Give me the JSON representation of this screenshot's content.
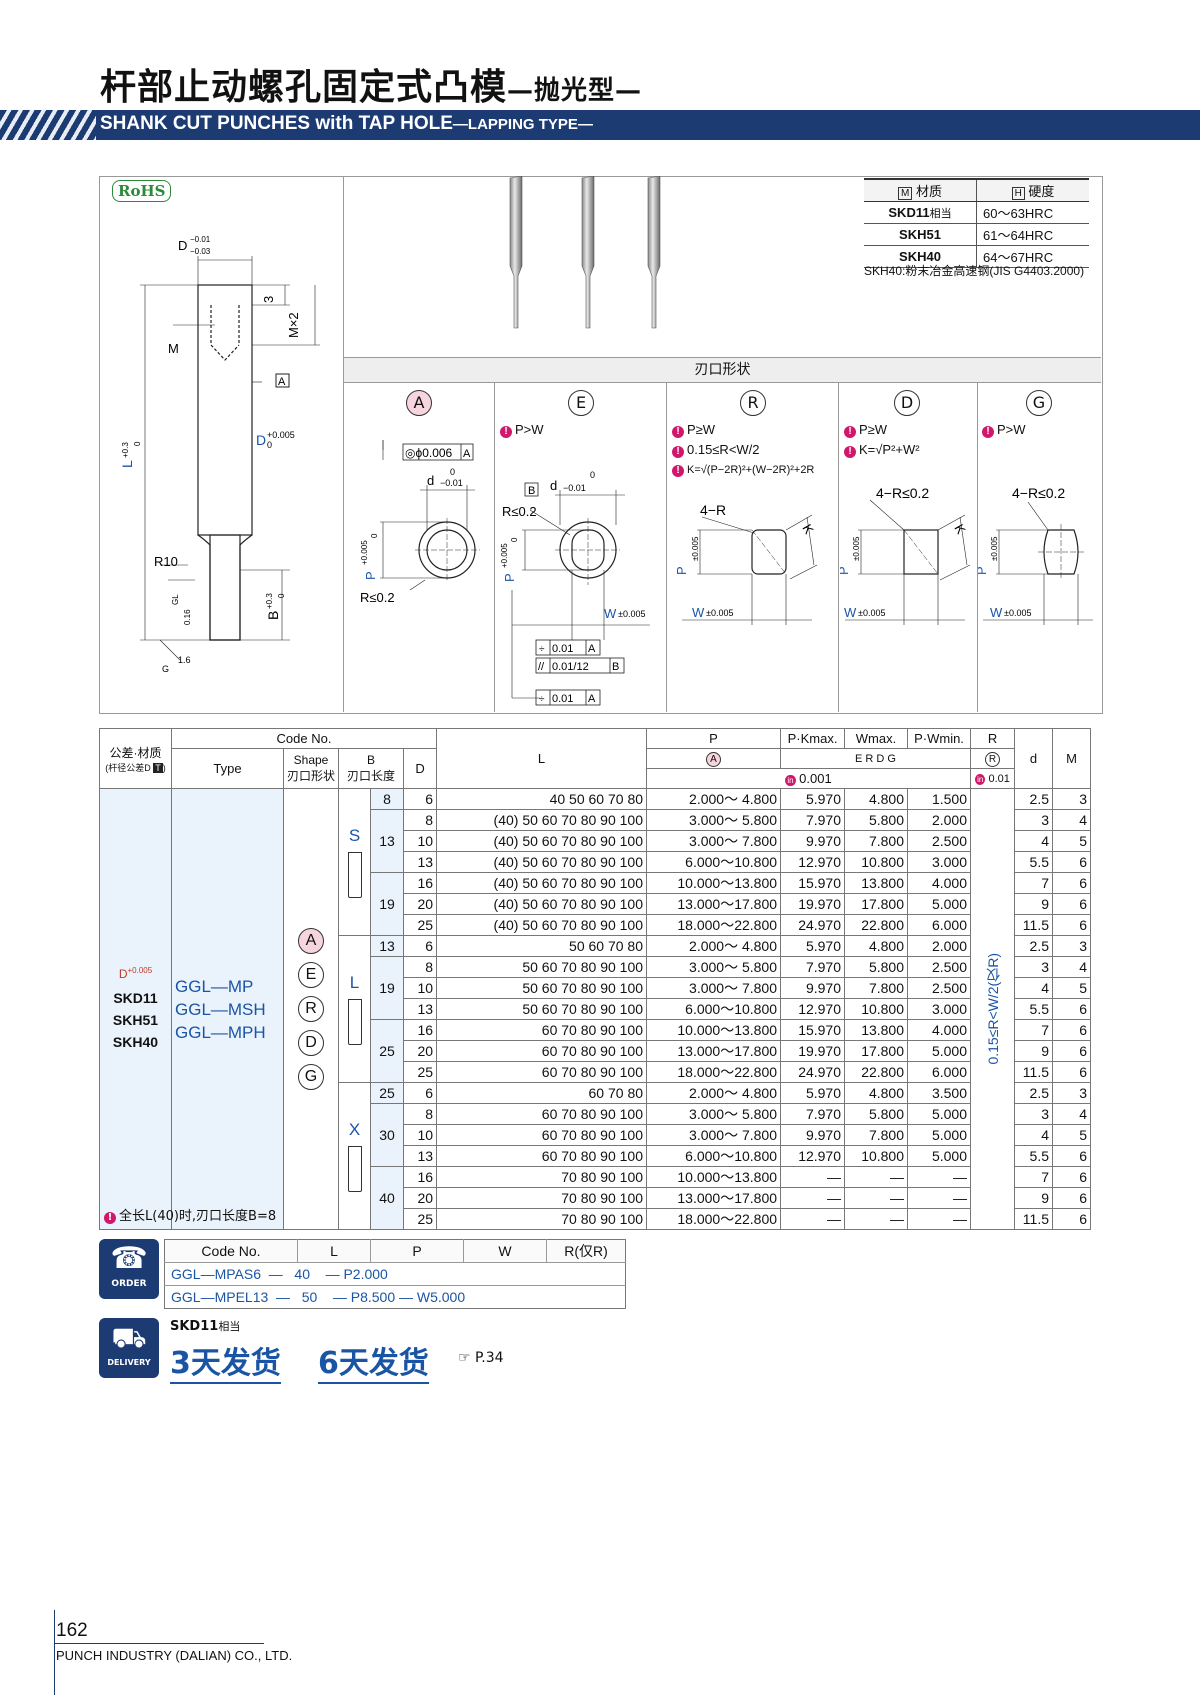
{
  "header": {
    "title_cn": "杆部止动螺孔固定式凸模",
    "title_cn_sub": "—抛光型—",
    "title_en": "SHANK CUT PUNCHES with TAP HOLE",
    "title_en_sub": "—LAPPING TYPE—"
  },
  "rohs": "RoHS",
  "drawing": {
    "D_tol": "D",
    "D_tol_up": "−0.01",
    "D_tol_lo": "−0.03",
    "three": "3",
    "MX2": "M×2",
    "M": "M",
    "A_ref": "A",
    "D_plus": "D",
    "D_plus_tol": "+0.005",
    "D_plus_zero": "0",
    "L_label": "L",
    "L_tol": "+0.3",
    "L_zero": "0",
    "R10": "R10",
    "B_label": "B",
    "B_tol": "+0.3",
    "B_zero": "0",
    "GL": "GL",
    "v016": "0.16",
    "G": "G",
    "v16": "1.6"
  },
  "materials": {
    "head_m_icon": "M",
    "head_m": "材质",
    "head_h_icon": "H",
    "head_h": "硬度",
    "rows": [
      {
        "mat": "SKD11",
        "mat_suffix": "相当",
        "hard": "60～63HRC"
      },
      {
        "mat": "SKH51",
        "mat_suffix": "",
        "hard": "61～64HRC"
      },
      {
        "mat": "SKH40",
        "mat_suffix": "",
        "hard": "64～67HRC"
      }
    ],
    "note": "SKH40:粉末冶金高速钢(JIS G4403.2000)"
  },
  "shapes": {
    "header": "刃口形状",
    "A": {
      "letter": "A"
    },
    "E": {
      "letter": "E",
      "cond1": "P>W"
    },
    "R": {
      "letter": "R",
      "cond1": "P≥W",
      "cond2": "0.15≤R<W/2",
      "cond3": "K=√(P−2R)²+(W−2R)²+2R"
    },
    "D": {
      "letter": "D",
      "cond1": "P≥W",
      "cond2": "K=√P²+W²"
    },
    "G": {
      "letter": "G",
      "cond1": "P>W"
    }
  },
  "shape_dims": {
    "conc": "◎ϕ0.006",
    "conc_ref": "A",
    "d_zero": "0",
    "d_tol": "−0.01",
    "d": "d",
    "P": "P",
    "P_tol": "+0.005",
    "P_zero": "0",
    "R02a": "R≤0.2",
    "B_ref": "B",
    "R02b": "R≤0.2",
    "P_pm": "±0.005",
    "W": "W",
    "W_pm": "±0.005",
    "sym1": "÷",
    "t001": "0.01",
    "t_ref_A": "A",
    "par": "//",
    "t00112": "0.01/12",
    "t_ref_B": "B",
    "sym2": "÷",
    "t001b": "0.01",
    "t_ref_A2": "A",
    "fourR": "4−R",
    "K": "K",
    "fourR02": "4−R≤0.2"
  },
  "table": {
    "h_tol": "公差·材质",
    "h_tol_sub": "(杆径公差D",
    "h_tol_icon": "T",
    "h_code": "Code No.",
    "h_type": "Type",
    "h_shape": "Shape",
    "h_shape_cn": "刃口形状",
    "h_B": "B",
    "h_B_cn": "刃口长度",
    "h_D": "D",
    "h_L": "L",
    "h_P": "P",
    "h_PA": "A",
    "h_Pk": "P·Kmax.",
    "h_Wm": "Wmax.",
    "h_Pw": "P·Wmin.",
    "h_R": "R",
    "h_RR": "R",
    "h_ERDG": "E R D G",
    "h_d": "d",
    "h_M": "M",
    "h_in": "in",
    "h_unit": "0.001",
    "h_runit": "0.01",
    "left_D": "D",
    "left_D_tol": "+0.005",
    "left_D_zero": "0",
    "left_mats": [
      "SKD11",
      "SKH51",
      "SKH40"
    ],
    "types": [
      "GGL—MP",
      "GGL—MSH",
      "GGL—MPH"
    ],
    "shapes": [
      "A",
      "E",
      "R",
      "D",
      "G"
    ],
    "groups": [
      "S",
      "L",
      "X"
    ],
    "r_range": "0.15≤R<W/2(仅R)",
    "dash": "—",
    "rows": [
      {
        "g": "S",
        "B": "8",
        "D": "6",
        "L": "40 50 60 70 80",
        "P": "2.000～ 4.800",
        "Pk": "5.970",
        "Wm": "4.800",
        "Pw": "1.500",
        "d": "2.5",
        "M": "3"
      },
      {
        "g": "S",
        "B": "13",
        "D": "8",
        "L": "(40) 50 60 70 80 90 100",
        "P": "3.000～ 5.800",
        "Pk": "7.970",
        "Wm": "5.800",
        "Pw": "2.000",
        "d": "3",
        "M": "4"
      },
      {
        "g": "S",
        "B": "13",
        "D": "10",
        "L": "(40) 50 60 70 80 90 100",
        "P": "3.000～ 7.800",
        "Pk": "9.970",
        "Wm": "7.800",
        "Pw": "2.500",
        "d": "4",
        "M": "5"
      },
      {
        "g": "S",
        "B": "13",
        "D": "13",
        "L": "(40) 50 60 70 80 90 100",
        "P": "6.000～10.800",
        "Pk": "12.970",
        "Wm": "10.800",
        "Pw": "3.000",
        "d": "5.5",
        "M": "6"
      },
      {
        "g": "S",
        "B": "19",
        "D": "16",
        "L": "(40) 50 60 70 80 90 100",
        "P": "10.000～13.800",
        "Pk": "15.970",
        "Wm": "13.800",
        "Pw": "4.000",
        "d": "7",
        "M": "6"
      },
      {
        "g": "S",
        "B": "19",
        "D": "20",
        "L": "(40) 50 60 70 80 90 100",
        "P": "13.000～17.800",
        "Pk": "19.970",
        "Wm": "17.800",
        "Pw": "5.000",
        "d": "9",
        "M": "6"
      },
      {
        "g": "S",
        "B": "19",
        "D": "25",
        "L": "(40) 50 60 70 80 90 100",
        "P": "18.000～22.800",
        "Pk": "24.970",
        "Wm": "22.800",
        "Pw": "6.000",
        "d": "11.5",
        "M": "6"
      },
      {
        "g": "L",
        "B": "13",
        "D": "6",
        "L": "50 60 70 80",
        "P": "2.000～ 4.800",
        "Pk": "5.970",
        "Wm": "4.800",
        "Pw": "2.000",
        "d": "2.5",
        "M": "3"
      },
      {
        "g": "L",
        "B": "19",
        "D": "8",
        "L": "50 60 70 80 90 100",
        "P": "3.000～ 5.800",
        "Pk": "7.970",
        "Wm": "5.800",
        "Pw": "2.500",
        "d": "3",
        "M": "4"
      },
      {
        "g": "L",
        "B": "19",
        "D": "10",
        "L": "50 60 70 80 90 100",
        "P": "3.000～ 7.800",
        "Pk": "9.970",
        "Wm": "7.800",
        "Pw": "2.500",
        "d": "4",
        "M": "5"
      },
      {
        "g": "L",
        "B": "19",
        "D": "13",
        "L": "50 60 70 80 90 100",
        "P": "6.000～10.800",
        "Pk": "12.970",
        "Wm": "10.800",
        "Pw": "3.000",
        "d": "5.5",
        "M": "6"
      },
      {
        "g": "L",
        "B": "25",
        "D": "16",
        "L": "60 70 80 90 100",
        "P": "10.000～13.800",
        "Pk": "15.970",
        "Wm": "13.800",
        "Pw": "4.000",
        "d": "7",
        "M": "6"
      },
      {
        "g": "L",
        "B": "25",
        "D": "20",
        "L": "60 70 80 90 100",
        "P": "13.000～17.800",
        "Pk": "19.970",
        "Wm": "17.800",
        "Pw": "5.000",
        "d": "9",
        "M": "6"
      },
      {
        "g": "L",
        "B": "25",
        "D": "25",
        "L": "60 70 80 90 100",
        "P": "18.000～22.800",
        "Pk": "24.970",
        "Wm": "22.800",
        "Pw": "6.000",
        "d": "11.5",
        "M": "6"
      },
      {
        "g": "X",
        "B": "25",
        "D": "6",
        "L": "60 70 80",
        "P": "2.000～ 4.800",
        "Pk": "5.970",
        "Wm": "4.800",
        "Pw": "3.500",
        "d": "2.5",
        "M": "3"
      },
      {
        "g": "X",
        "B": "30",
        "D": "8",
        "L": "60 70 80 90 100",
        "P": "3.000～ 5.800",
        "Pk": "7.970",
        "Wm": "5.800",
        "Pw": "5.000",
        "d": "3",
        "M": "4"
      },
      {
        "g": "X",
        "B": "30",
        "D": "10",
        "L": "60 70 80 90 100",
        "P": "3.000～ 7.800",
        "Pk": "9.970",
        "Wm": "7.800",
        "Pw": "5.000",
        "d": "4",
        "M": "5"
      },
      {
        "g": "X",
        "B": "30",
        "D": "13",
        "L": "60 70 80 90 100",
        "P": "6.000～10.800",
        "Pk": "12.970",
        "Wm": "10.800",
        "Pw": "5.000",
        "d": "5.5",
        "M": "6"
      },
      {
        "g": "X",
        "B": "40",
        "D": "16",
        "L": "70 80 90 100",
        "P": "10.000～13.800",
        "Pk": "—",
        "Wm": "—",
        "Pw": "—",
        "d": "7",
        "M": "6"
      },
      {
        "g": "X",
        "B": "40",
        "D": "20",
        "L": "70 80 90 100",
        "P": "13.000～17.800",
        "Pk": "—",
        "Wm": "—",
        "Pw": "—",
        "d": "9",
        "M": "6"
      },
      {
        "g": "X",
        "B": "40",
        "D": "25",
        "L": "70 80 90 100",
        "P": "18.000～22.800",
        "Pk": "—",
        "Wm": "—",
        "Pw": "—",
        "d": "11.5",
        "M": "6"
      }
    ]
  },
  "footnote": "全长L(40)时,刃口长度B=8",
  "order": {
    "icon_label": "ORDER",
    "headers": [
      "Code No.",
      "L",
      "P",
      "W",
      "R(仅R)"
    ],
    "rows": [
      "GGL—MPAS6  —   40    — P2.000",
      "GGL—MPEL13  —   50    — P8.500 — W5.000"
    ]
  },
  "delivery": {
    "icon_label": "DELIVERY",
    "mat": "SKD11",
    "mat_suffix": "相当",
    "d3": "3天发货",
    "d6": "6天发货",
    "ref": "P.34"
  },
  "page": {
    "number": "162",
    "company": "PUNCH INDUSTRY (DALIAN) CO., LTD."
  }
}
